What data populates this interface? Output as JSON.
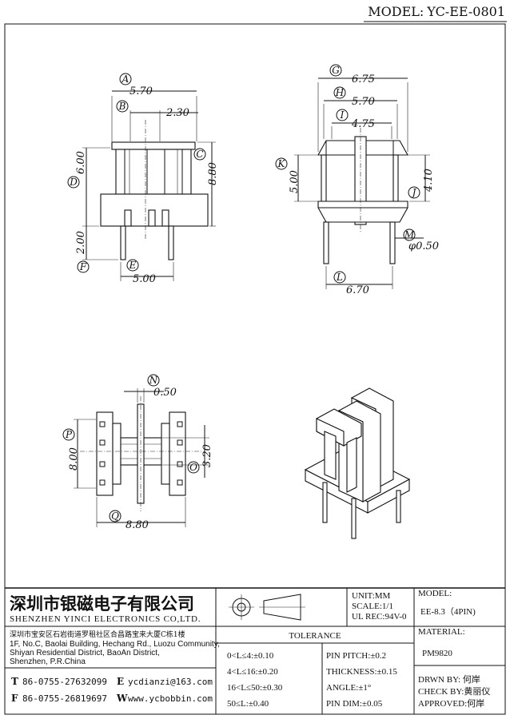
{
  "header": {
    "model_label": "MODEL:",
    "model_value": "YC-EE-0801"
  },
  "front_view": {
    "A": {
      "letter": "A",
      "value": "5.70"
    },
    "B": {
      "letter": "B",
      "value": "2.30"
    },
    "C": {
      "letter": "C",
      "value": "8.80"
    },
    "D": {
      "letter": "D",
      "value": "6.00"
    },
    "E": {
      "letter": "E",
      "value": "5.00"
    },
    "F": {
      "letter": "F",
      "value": "2.00"
    }
  },
  "side_view": {
    "G": {
      "letter": "G",
      "value": "6.75"
    },
    "H": {
      "letter": "H",
      "value": "5.70"
    },
    "I": {
      "letter": "I",
      "value": "4.75"
    },
    "J": {
      "letter": "J",
      "value": "4.10"
    },
    "K": {
      "letter": "K",
      "value": "5.00"
    },
    "L": {
      "letter": "L",
      "value": "6.70"
    },
    "M": {
      "letter": "M",
      "value": "φ0.50"
    }
  },
  "top_view": {
    "N": {
      "letter": "N",
      "value": "0.50"
    },
    "O": {
      "letter": "O",
      "value": "3.20"
    },
    "P": {
      "letter": "P",
      "value": "8.00"
    },
    "Q": {
      "letter": "Q",
      "value": "8.80"
    }
  },
  "company": {
    "name_cn": "深圳市银磁电子有限公司",
    "name_en": "SHENZHEN YINCI ELECTRONICS CO,LTD.",
    "address_cn": "深圳市宝安区石岩街道罗租社区合昌路宝来大厦C栋1楼",
    "address_en": [
      "1F, No.C, Baolai Building, Hechang Rd., Luozu Community,",
      "Shiyan Residential District, BaoAn District,",
      "Shenzhen, P.R.China"
    ],
    "tel_letter": "T",
    "tel": "86-0755-27632099",
    "fax_letter": "F",
    "fax": "86-0755-26819697",
    "email_letter": "E",
    "email": "ycdianzi@163.com",
    "web_letter": "W",
    "web": "www.ycbobbin.com"
  },
  "specs": {
    "unit": "UNIT:MM",
    "scale": "SCALE:1/1",
    "ul_rec": "UL REC:94V-0",
    "model_label": "MODEL:",
    "model": "EE-8.3（4PIN)",
    "material_label": "MATERIAL:",
    "material": "PM9820"
  },
  "tolerance": {
    "title": "TOLERANCE",
    "rows": [
      {
        "left": "0<L≤4:±0.10",
        "right": "PIN PITCH:±0.2"
      },
      {
        "left": "4<L≤16:±0.20",
        "right": "THICKNESS:±0.15"
      },
      {
        "left": "16<L≤50:±0.30",
        "right": "ANGLE:±1°"
      },
      {
        "left": "50≤L:±0.40",
        "right": "PIN DIM:±0.05"
      }
    ]
  },
  "approval": {
    "drawn": "DRWN BY: 何岸",
    "check": "CHECK BY:黄丽仪",
    "approved": "APPROVED:何岸"
  }
}
